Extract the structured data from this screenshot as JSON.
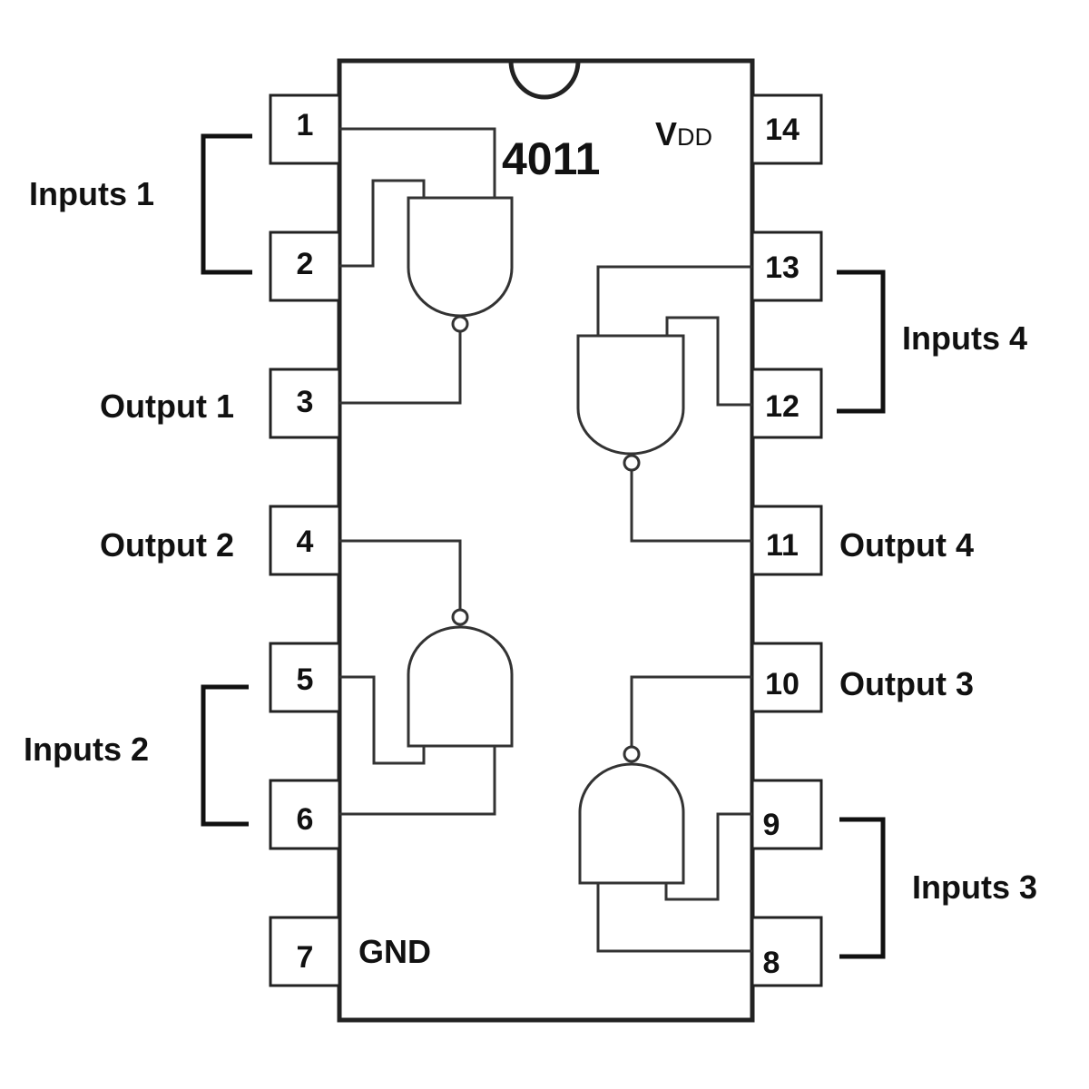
{
  "chip": {
    "part_number": "4011",
    "vdd_main": "V",
    "vdd_sub": "DD",
    "gnd": "GND"
  },
  "pins_left": [
    "1",
    "2",
    "3",
    "4",
    "5",
    "6",
    "7"
  ],
  "pins_right": [
    "14",
    "13",
    "12",
    "11",
    "10",
    "9",
    "8"
  ],
  "labels": {
    "inputs1": "Inputs 1",
    "output1": "Output 1",
    "output2": "Output 2",
    "inputs2": "Inputs 2",
    "inputs4": "Inputs 4",
    "output4": "Output 4",
    "output3": "Output 3",
    "inputs3": "Inputs 3"
  }
}
